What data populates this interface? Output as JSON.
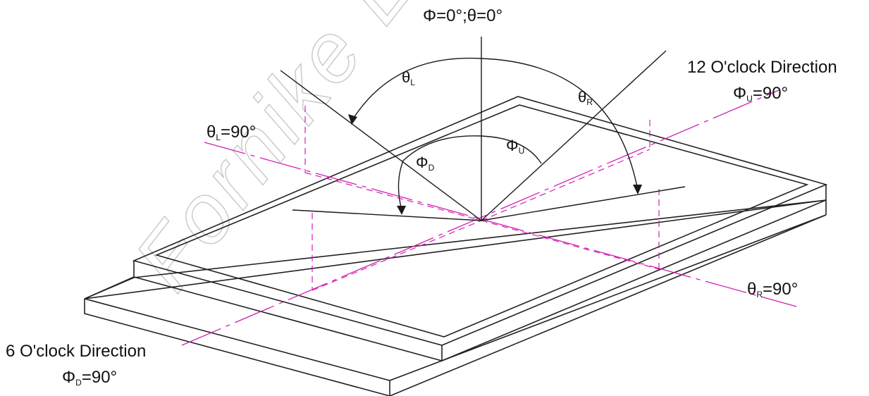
{
  "watermark": {
    "text": "Fornike El"
  },
  "labels": {
    "zenith": "Φ=0°;θ=0°",
    "twelve_oclock_title": "12 O'clock Direction",
    "twelve_oclock_phi": {
      "sym": "Φ",
      "sub": "U",
      "val": "=90°"
    },
    "six_oclock_title": "6 O'clock Direction",
    "six_oclock_phi": {
      "sym": "Φ",
      "sub": "D",
      "val": "=90°"
    },
    "theta_l_axis": {
      "sym": "θ",
      "sub": "L",
      "val": "=90°"
    },
    "theta_r_axis": {
      "sym": "θ",
      "sub": "R",
      "val": "=90°"
    },
    "theta_l_angle": {
      "sym": "θ",
      "sub": "L"
    },
    "theta_r_angle": {
      "sym": "θ",
      "sub": "R"
    },
    "phi_d_angle": {
      "sym": "Φ",
      "sub": "D"
    },
    "phi_u_angle": {
      "sym": "Φ",
      "sub": "U"
    }
  },
  "colors": {
    "lines": "#1a1a1a",
    "axes": "#d21fb4",
    "watermark": "#c8c8c8"
  }
}
